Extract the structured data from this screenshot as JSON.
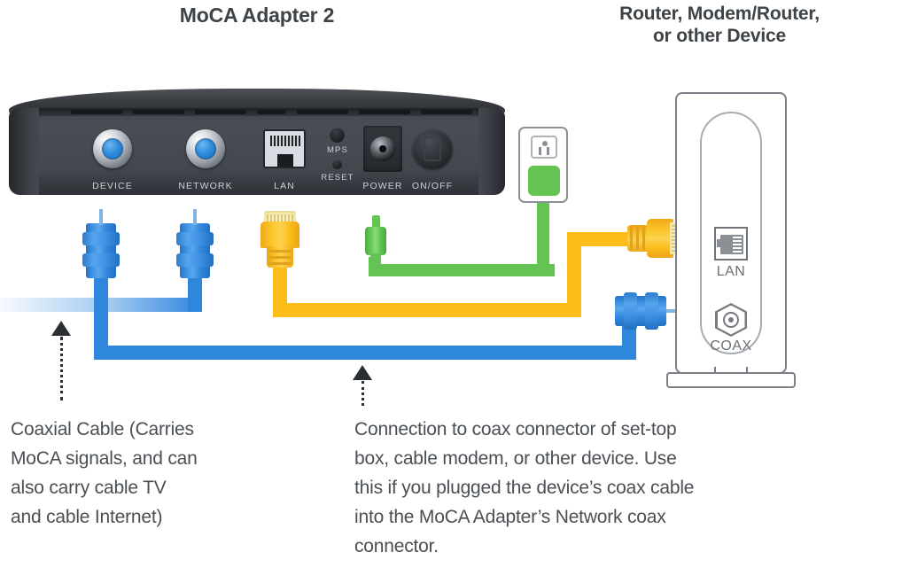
{
  "headings": {
    "adapter": "MoCA Adapter 2",
    "router_line1": "Router, Modem/Router,",
    "router_line2": "or other Device"
  },
  "adapter": {
    "ports": [
      {
        "id": "device",
        "label": "DEVICE",
        "type": "coax"
      },
      {
        "id": "network",
        "label": "NETWORK",
        "type": "coax"
      },
      {
        "id": "lan",
        "label": "LAN",
        "type": "rj45"
      },
      {
        "id": "mps",
        "label": "MPS",
        "type": "button"
      },
      {
        "id": "reset",
        "label": "RESET",
        "type": "button"
      },
      {
        "id": "power",
        "label": "POWER",
        "type": "jack"
      },
      {
        "id": "onoff",
        "label": "ON/OFF",
        "type": "switch"
      }
    ]
  },
  "router": {
    "ports": [
      {
        "id": "lan",
        "label": "LAN"
      },
      {
        "id": "coax",
        "label": "COAX"
      }
    ]
  },
  "captions": {
    "left": [
      "Coaxial Cable (Carries",
      "MoCA signals, and can",
      "also carry cable TV",
      "and cable Internet)"
    ],
    "right": [
      "Connection to coax connector of set-top",
      "box, cable modem, or other device. Use",
      "this if you plugged the device’s coax cable",
      "into the MoCA Adapter’s Network coax",
      "connector."
    ]
  },
  "cables": [
    {
      "id": "coax-device",
      "color": "#2f86dd",
      "from": "adapter DEVICE",
      "to": "router COAX"
    },
    {
      "id": "coax-network",
      "color": "#2f86dd",
      "from": "adapter NETWORK",
      "to": "wall coax outlet"
    },
    {
      "id": "ethernet",
      "color": "#fcbd1b",
      "from": "adapter LAN",
      "to": "router LAN"
    },
    {
      "id": "power",
      "color": "#63c453",
      "from": "adapter POWER",
      "to": "wall power outlet"
    }
  ],
  "colors": {
    "coax_blue": "#2f86dd",
    "ethernet_yellow": "#fcbd1b",
    "power_green": "#63c453",
    "heading_gray": "#3e4347",
    "caption_gray": "#4a4f54",
    "device_body": "#43474e",
    "router_outline": "#7b8086"
  }
}
